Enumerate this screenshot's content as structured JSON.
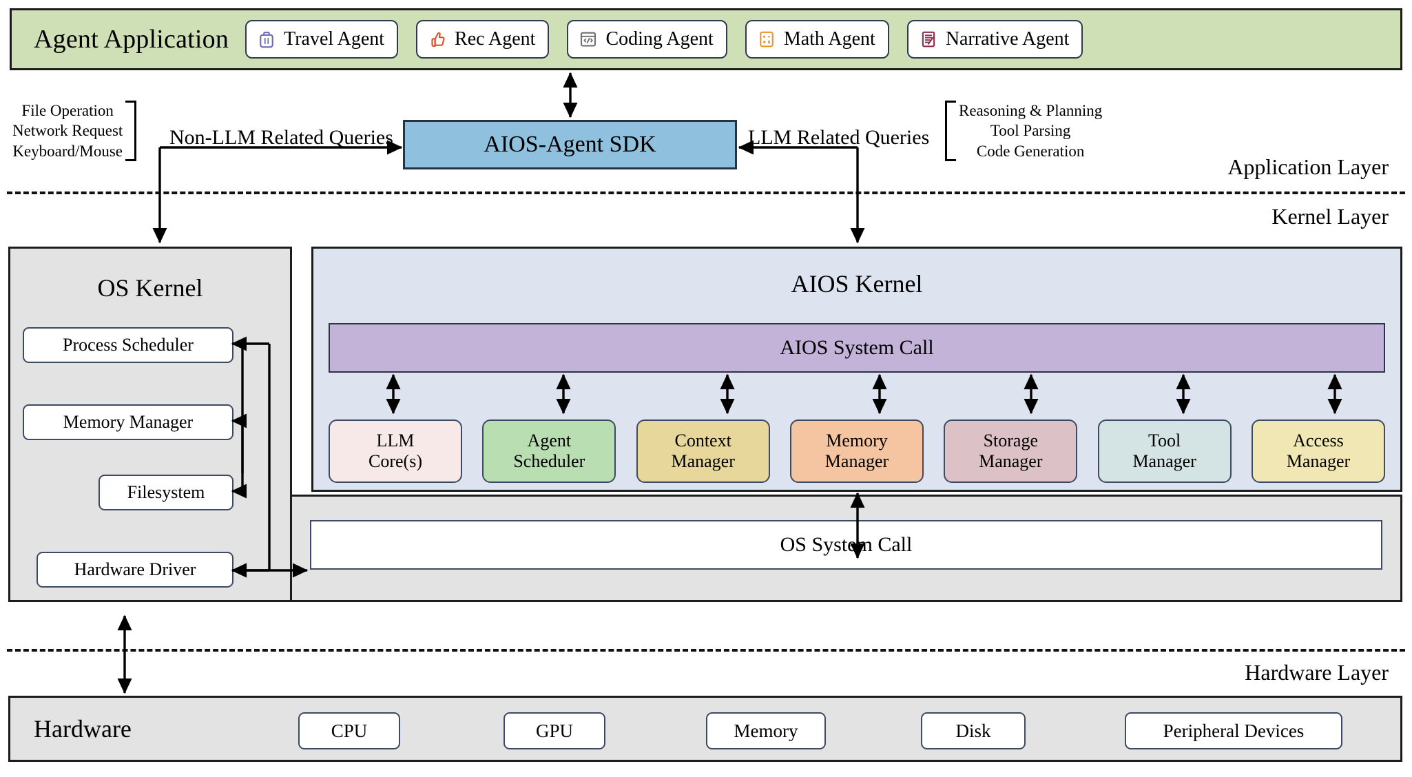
{
  "agent_application": {
    "title": "Agent Application",
    "agents": [
      {
        "label": "Travel Agent",
        "icon": "suitcase-icon",
        "color": "#6b6bb5"
      },
      {
        "label": "Rec Agent",
        "icon": "thumbs-up-icon",
        "color": "#d9512c"
      },
      {
        "label": "Coding Agent",
        "icon": "code-window-icon",
        "color": "#6f6f6f"
      },
      {
        "label": "Math Agent",
        "icon": "calculator-icon",
        "color": "#e8962f"
      },
      {
        "label": "Narrative Agent",
        "icon": "document-pen-icon",
        "color": "#8c2f4f"
      }
    ]
  },
  "sdk": {
    "label": "AIOS-Agent SDK",
    "color": "#8fc0dd"
  },
  "annotations": {
    "left": {
      "items": [
        "File Operation",
        "Network Request",
        "Keyboard/Mouse"
      ],
      "query_label": "Non-LLM Related Queries"
    },
    "right": {
      "items": [
        "Reasoning & Planning",
        "Tool Parsing",
        "Code Generation"
      ],
      "query_label": "LLM Related Queries"
    }
  },
  "layers": {
    "application": "Application Layer",
    "kernel": "Kernel Layer",
    "hardware": "Hardware Layer"
  },
  "os_kernel": {
    "title": "OS Kernel",
    "modules": [
      "Process Scheduler",
      "Memory Manager",
      "Filesystem",
      "Hardware Driver"
    ]
  },
  "aios_kernel": {
    "title": "AIOS Kernel",
    "system_call": "AIOS System Call",
    "modules": [
      {
        "line1": "LLM",
        "line2": "Core(s)",
        "color": "#f7e9e7"
      },
      {
        "line1": "Agent",
        "line2": "Scheduler",
        "color": "#b9deb2"
      },
      {
        "line1": "Context",
        "line2": "Manager",
        "color": "#e8d79a"
      },
      {
        "line1": "Memory",
        "line2": "Manager",
        "color": "#f4c5a0"
      },
      {
        "line1": "Storage",
        "line2": "Manager",
        "color": "#dcc2c6"
      },
      {
        "line1": "Tool",
        "line2": "Manager",
        "color": "#d4e4e4"
      },
      {
        "line1": "Access",
        "line2": "Manager",
        "color": "#f0e7b4"
      }
    ]
  },
  "os_system_call": {
    "label": "OS System Call"
  },
  "hardware": {
    "title": "Hardware",
    "devices": [
      "CPU",
      "GPU",
      "Memory",
      "Disk",
      "Peripheral Devices"
    ]
  }
}
